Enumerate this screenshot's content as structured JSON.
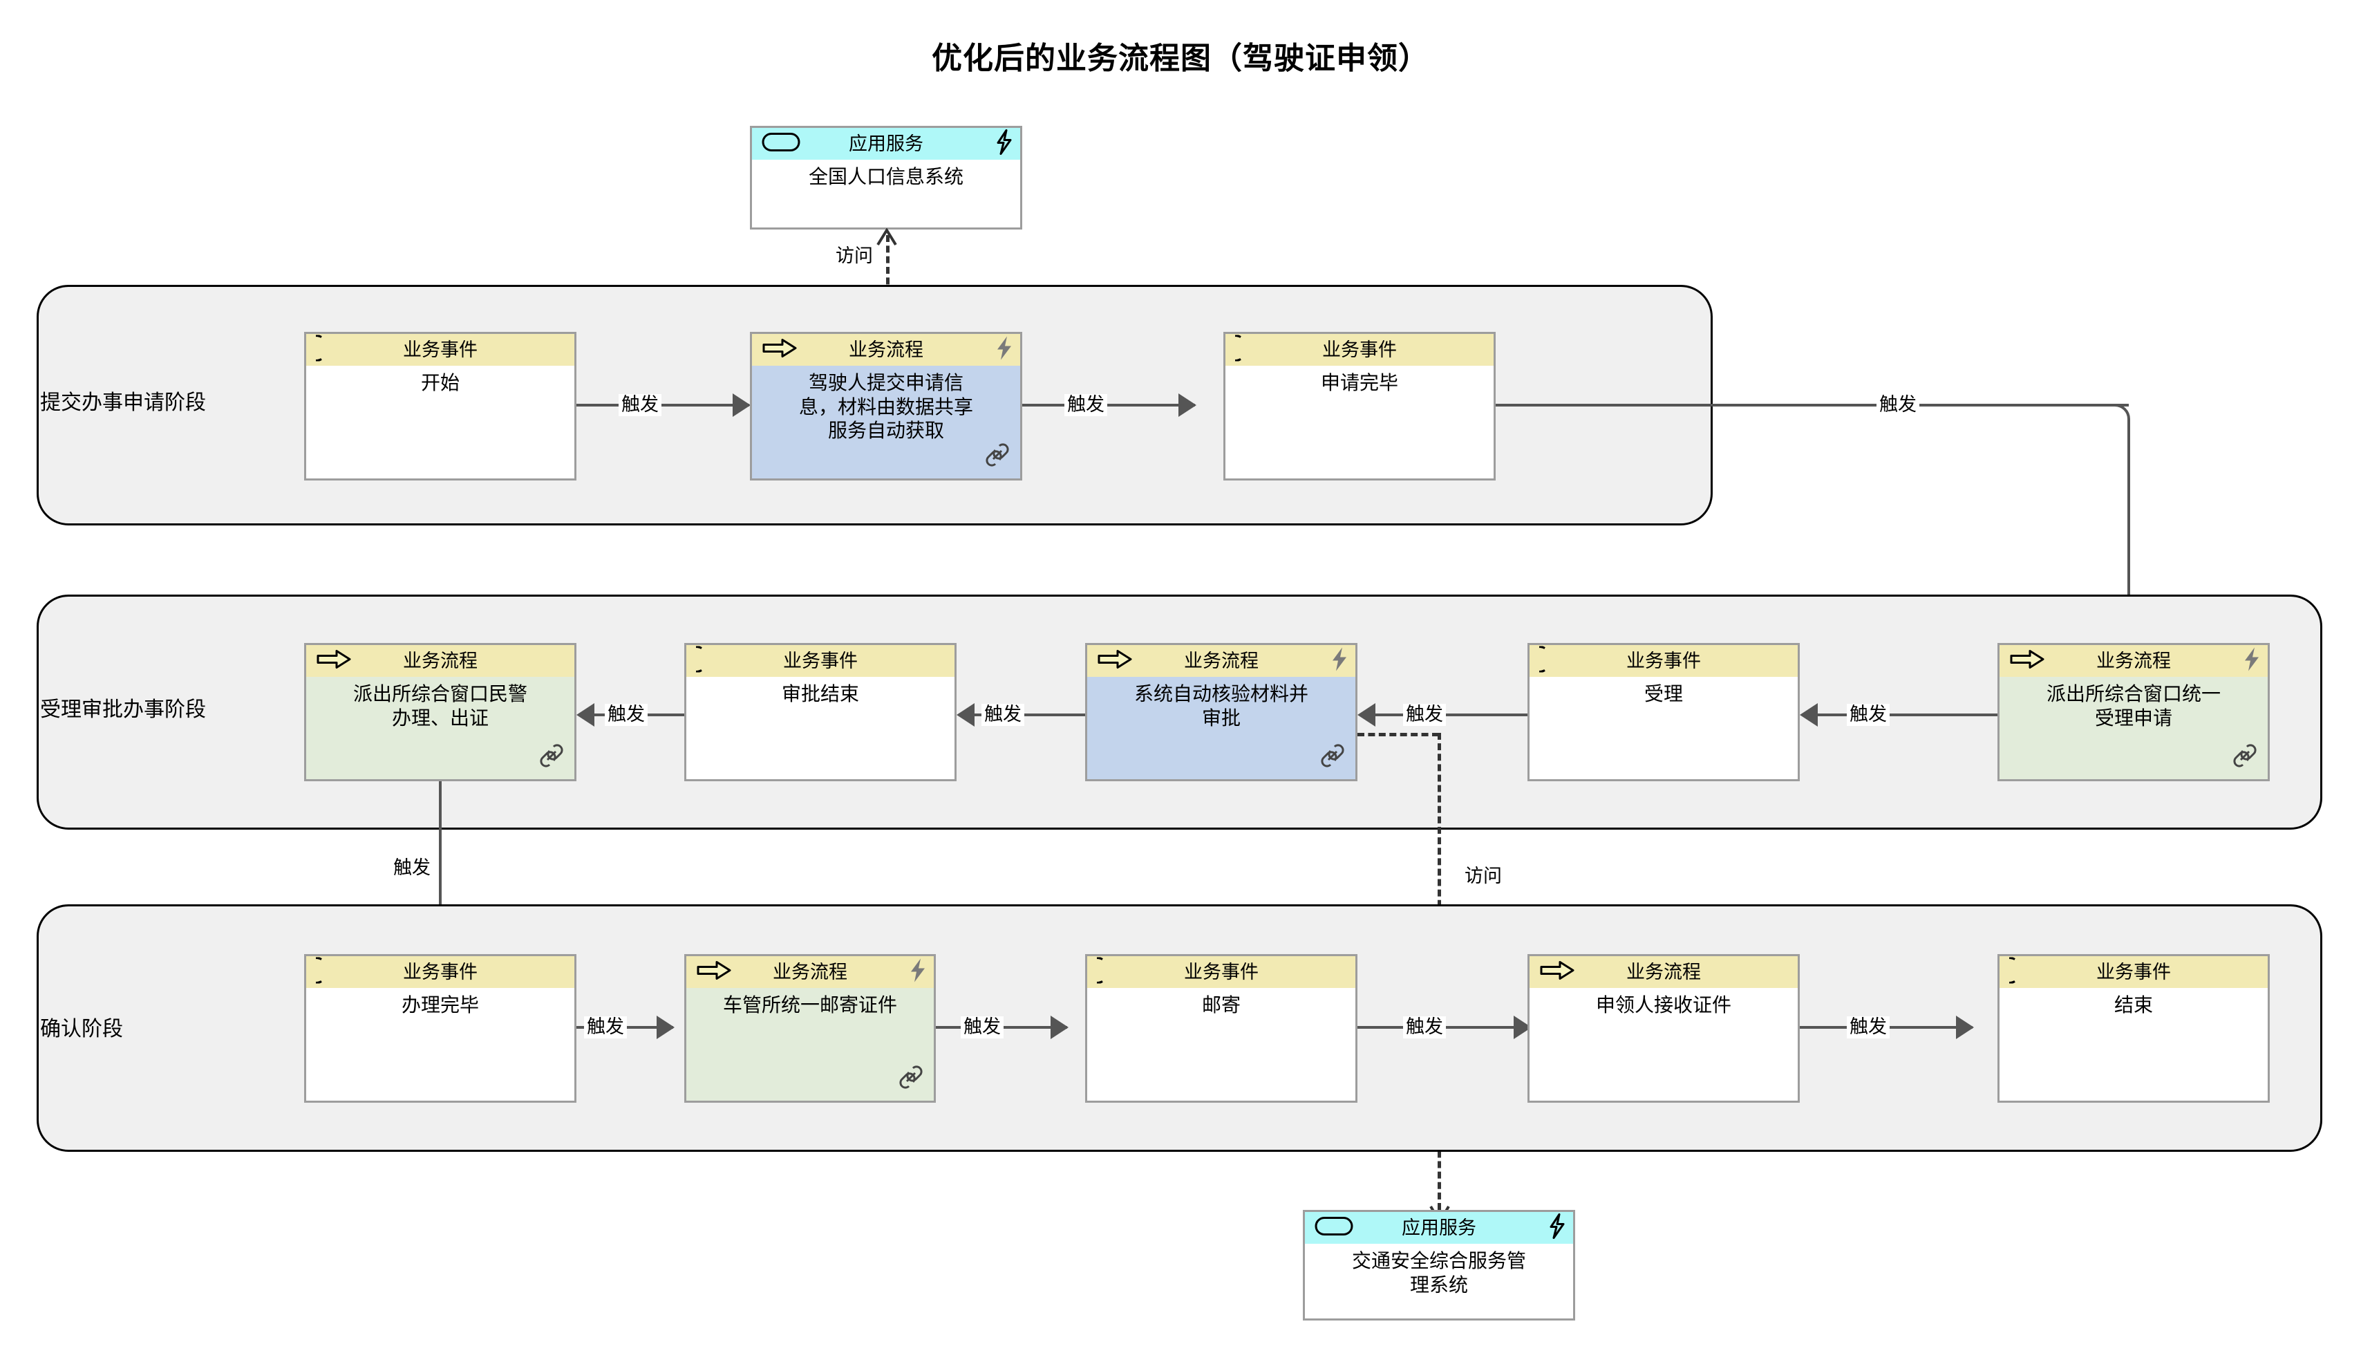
{
  "title": "优化后的业务流程图（驾驶证申领）",
  "legend_types": {
    "business_event": "业务事件",
    "business_process": "业务流程",
    "application_service": "应用服务"
  },
  "relation_labels": {
    "trigger": "触发",
    "access": "访问"
  },
  "application_services": [
    {
      "id": "svc-population",
      "type_label": "应用服务",
      "name": "全国人口信息系统"
    },
    {
      "id": "svc-traffic",
      "type_label": "应用服务",
      "name": "交通安全综合服务管\n理系统"
    }
  ],
  "phases": [
    {
      "id": "phase-1",
      "label": "提交办事申请阶段",
      "nodes": [
        {
          "id": "n-start",
          "type_label": "业务事件",
          "kind": "event",
          "name": "开始",
          "fill": "white",
          "lightning": false,
          "link": false
        },
        {
          "id": "n-submit",
          "type_label": "业务流程",
          "kind": "process",
          "name": "驾驶人提交申请信\n息，材料由数据共享\n服务自动获取",
          "fill": "blue",
          "lightning": true,
          "link": true
        },
        {
          "id": "n-applied",
          "type_label": "业务事件",
          "kind": "event",
          "name": "申请完毕",
          "fill": "white",
          "lightning": false,
          "link": false
        }
      ]
    },
    {
      "id": "phase-2",
      "label": "受理审批办事阶段",
      "nodes": [
        {
          "id": "n-police",
          "type_label": "业务流程",
          "kind": "process",
          "name": "派出所综合窗口民警\n办理、出证",
          "fill": "green",
          "lightning": false,
          "link": true
        },
        {
          "id": "n-approved",
          "type_label": "业务事件",
          "kind": "event",
          "name": "审批结束",
          "fill": "white",
          "lightning": false,
          "link": false
        },
        {
          "id": "n-autocheck",
          "type_label": "业务流程",
          "kind": "process",
          "name": "系统自动核验材料并\n审批",
          "fill": "blue",
          "lightning": true,
          "link": true
        },
        {
          "id": "n-accept",
          "type_label": "业务事件",
          "kind": "event",
          "name": "受理",
          "fill": "white",
          "lightning": false,
          "link": false
        },
        {
          "id": "n-intake",
          "type_label": "业务流程",
          "kind": "process",
          "name": "派出所综合窗口统一\n受理申请",
          "fill": "green",
          "lightning": true,
          "link": true
        }
      ]
    },
    {
      "id": "phase-3",
      "label": "确认阶段",
      "nodes": [
        {
          "id": "n-done",
          "type_label": "业务事件",
          "kind": "event",
          "name": "办理完毕",
          "fill": "white",
          "lightning": false,
          "link": false
        },
        {
          "id": "n-mailout",
          "type_label": "业务流程",
          "kind": "process",
          "name": "车管所统一邮寄证件",
          "fill": "green",
          "lightning": true,
          "link": true
        },
        {
          "id": "n-mail",
          "type_label": "业务事件",
          "kind": "event",
          "name": "邮寄",
          "fill": "white",
          "lightning": false,
          "link": false
        },
        {
          "id": "n-receive",
          "type_label": "业务流程",
          "kind": "process",
          "name": "申领人接收证件",
          "fill": "white",
          "lightning": false,
          "link": false
        },
        {
          "id": "n-end",
          "type_label": "业务事件",
          "kind": "event",
          "name": "结束",
          "fill": "white",
          "lightning": false,
          "link": false
        }
      ]
    }
  ],
  "connector_labels": [
    {
      "id": "c1",
      "text": "触发"
    },
    {
      "id": "c2",
      "text": "触发"
    },
    {
      "id": "c3",
      "text": "触发"
    },
    {
      "id": "c4",
      "text": "触发"
    },
    {
      "id": "c5",
      "text": "触发"
    },
    {
      "id": "c6",
      "text": "触发"
    },
    {
      "id": "c7",
      "text": "触发"
    },
    {
      "id": "c8",
      "text": "触发"
    },
    {
      "id": "c9",
      "text": "触发"
    },
    {
      "id": "c10",
      "text": "触发"
    },
    {
      "id": "c11",
      "text": "触发"
    },
    {
      "id": "a1",
      "text": "访问"
    },
    {
      "id": "a2",
      "text": "访问"
    }
  ],
  "colors": {
    "header_yellow": "#f2eab3",
    "header_cyan": "#aff8f8",
    "fill_blue": "#c3d4ec",
    "fill_green": "#e2ecda",
    "fill_white": "#ffffff",
    "phase_bg": "#f0f0f0",
    "node_border": "#9d9d9d",
    "connector": "#555555"
  }
}
